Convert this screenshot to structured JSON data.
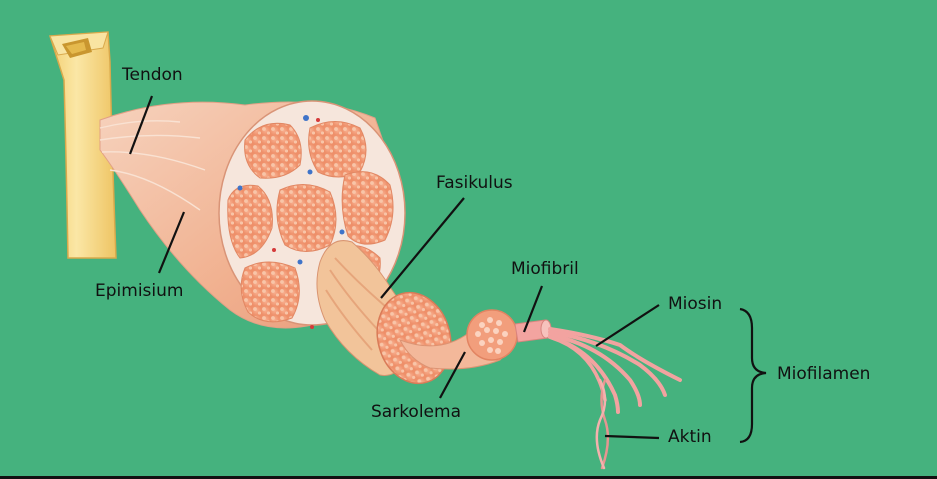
{
  "diagram": {
    "labels": {
      "tendon": "Tendon",
      "epimisium": "Epimisium",
      "fasikulus": "Fasikulus",
      "miofibril": "Miofibril",
      "sarkolema": "Sarkolema",
      "miosin": "Miosin",
      "aktin": "Aktin",
      "miofilamen": "Miofilamen"
    },
    "colors": {
      "background": "#45b27e",
      "bone": "#f7dc8e",
      "muscle": "#f3b495",
      "fascicle": "#f29c78",
      "filament": "#f2a3a0"
    }
  }
}
